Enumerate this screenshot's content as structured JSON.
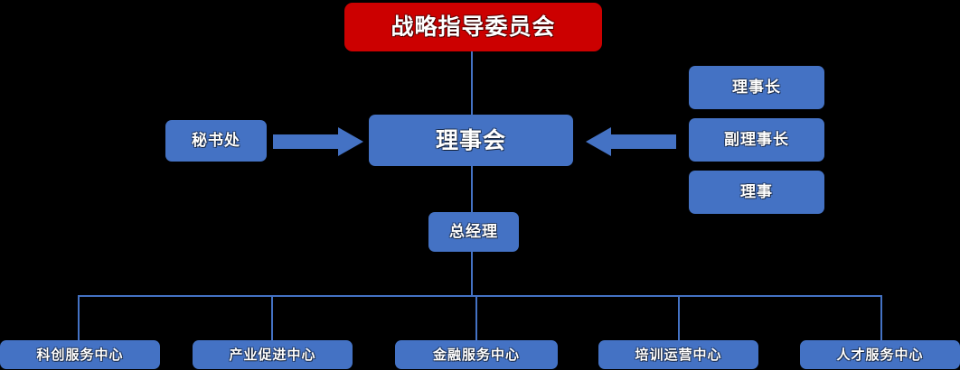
{
  "diagram": {
    "title_node": {
      "label": "战略指导委员会",
      "color": "#CC0000"
    },
    "board_node": {
      "label": "理事会",
      "color": "#4472C4"
    },
    "secretariat_node": {
      "label": "秘书处",
      "color": "#4472C4"
    },
    "general_manager_node": {
      "label": "总经理",
      "color": "#4472C4"
    },
    "officers": [
      {
        "label": "理事长",
        "color": "#4472C4"
      },
      {
        "label": "副理事长",
        "color": "#4472C4"
      },
      {
        "label": "理事",
        "color": "#4472C4"
      }
    ],
    "departments": [
      {
        "label": "科创服务中心",
        "color": "#4472C4"
      },
      {
        "label": "产业促进中心",
        "color": "#4472C4"
      },
      {
        "label": "金融服务中心",
        "color": "#4472C4"
      },
      {
        "label": "培训运营中心",
        "color": "#4472C4"
      },
      {
        "label": "人才服务中心",
        "color": "#4472C4"
      }
    ],
    "arrows": [
      {
        "name": "secretariat-to-board",
        "direction": "right",
        "color": "#4472C4"
      },
      {
        "name": "officers-to-board",
        "direction": "left",
        "color": "#4472C4"
      }
    ],
    "connector_color": "#4472C4",
    "background_color": "#000000"
  }
}
